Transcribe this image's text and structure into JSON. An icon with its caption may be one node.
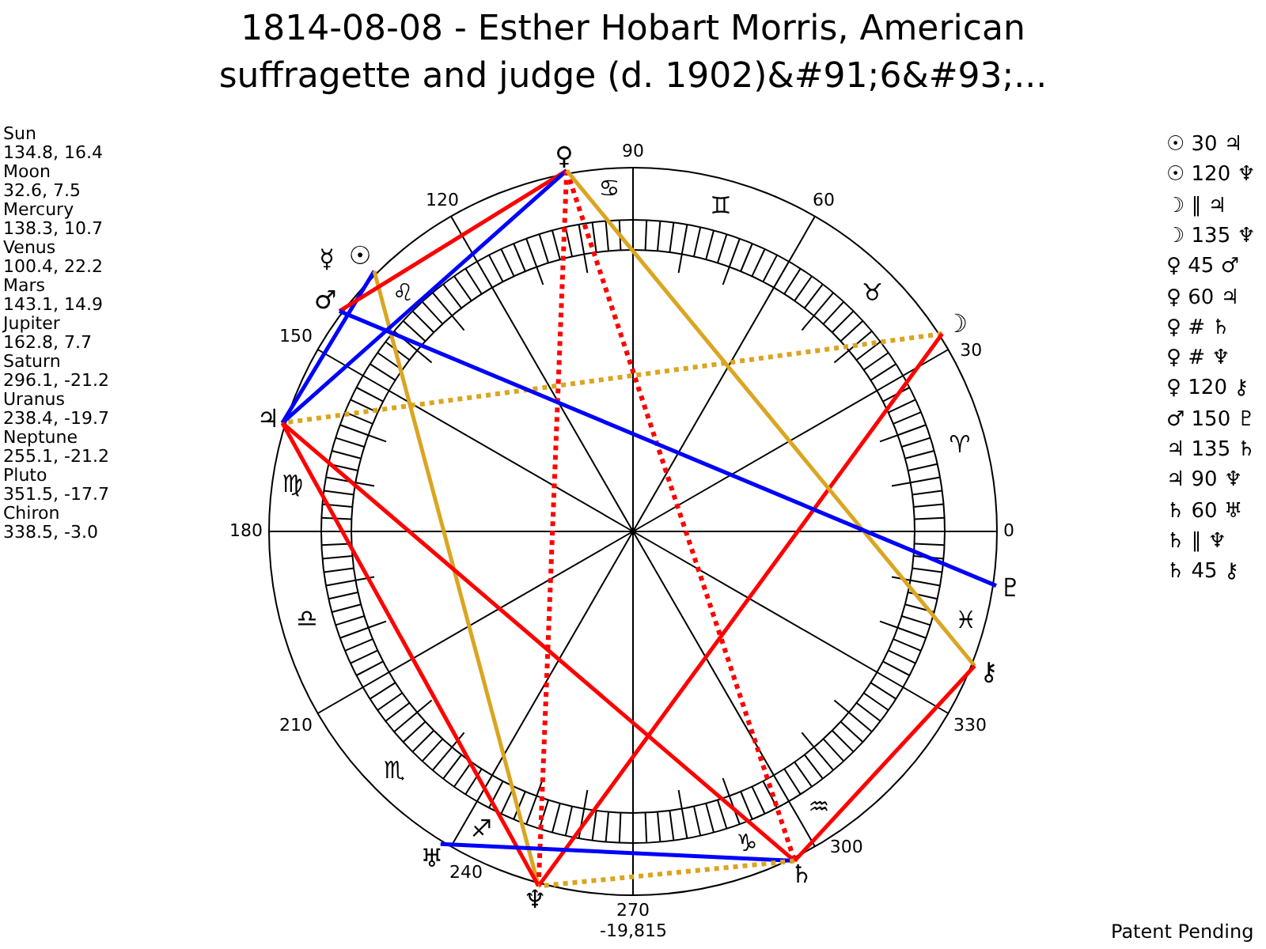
{
  "diagram": {
    "title": "1814-08-08 - Esther Hobart Morris, American suffragette and judge (d. 1902)&#91;6&#93;...",
    "nodes": [
      {
        "text": [
          "☉"
        ]
      },
      {
        "text": [
          "☽"
        ]
      },
      {
        "text": [
          "☿"
        ]
      },
      {
        "text": [
          "♀"
        ]
      },
      {
        "text": [
          "♂"
        ]
      },
      {
        "text": [
          "♃"
        ]
      },
      {
        "text": [
          "♄"
        ]
      },
      {
        "text": [
          "♅"
        ]
      },
      {
        "text": [
          "♆"
        ]
      },
      {
        "text": [
          "♇"
        ]
      },
      {
        "text": [
          "⚷"
        ]
      }
    ],
    "edges": [
      {
        "from": 0,
        "to": 5,
        "arrow": "none",
        "color": "#0000ff"
      },
      {
        "from": 0,
        "to": 8,
        "arrow": "none",
        "color": "#daa520"
      },
      {
        "from": 1,
        "to": 5,
        "arrow": "none",
        "style": "dashed",
        "color": "#daa520"
      },
      {
        "from": 1,
        "to": 8,
        "arrow": "none"
      },
      {
        "from": 3,
        "to": 4,
        "arrow": "none"
      },
      {
        "from": 3,
        "to": 5,
        "arrow": "none",
        "color": "#0000ff"
      },
      {
        "from": 3,
        "to": 6,
        "arrow": "none",
        "style": "dashed"
      },
      {
        "from": 3,
        "to": 8,
        "arrow": "none",
        "style": "dashed"
      },
      {
        "from": 3,
        "to": 10,
        "arrow": "none",
        "color": "#daa520"
      },
      {
        "from": 4,
        "to": 9,
        "arrow": "none",
        "color": "#0000ff"
      },
      {
        "from": 5,
        "to": 6,
        "arrow": "none"
      },
      {
        "from": 5,
        "to": 8,
        "arrow": "none"
      },
      {
        "from": 6,
        "to": 7,
        "arrow": "none",
        "color": "#0000ff"
      },
      {
        "from": 6,
        "to": 8,
        "arrow": "none",
        "style": "dashed",
        "color": "#daa520"
      },
      {
        "from": 6,
        "to": 10,
        "arrow": "none"
      }
    ],
    "labels": [
      "Sun",
      "134.8, 16.4",
      "Moon",
      "32.6, 7.5",
      "Mercury",
      "138.3, 10.7",
      "Venus",
      "100.4, 22.2",
      "Mars",
      "143.1, 14.9",
      "Jupiter",
      "162.8, 7.7",
      "Saturn",
      "296.1, -21.2",
      "Uranus",
      "238.4, -19.7",
      "Neptune",
      "255.1, -21.2",
      "Pluto",
      "351.5, -17.7",
      "Chiron",
      "338.5, -3.0",
      "90",
      "120",
      "60",
      "150",
      "30",
      "180",
      "0",
      "210",
      "330",
      "240",
      "300",
      "270",
      "♋",
      "♊",
      "♌",
      "♉",
      "♍",
      "♈",
      "♎",
      "♓",
      "♏",
      "♒",
      "♐",
      "♑",
      "-19,815",
      "☉ 30 ♃",
      "☉ 120 ♆",
      "☽ ∥ ♃",
      "☽ 135 ♆",
      "♀ 45 ♂",
      "♀ 60 ♃",
      "♀ # ♄",
      "♀ # ♆",
      "♀ 120 ⚷",
      "♂ 150 ♇",
      "♃ 135 ♄",
      "♃ 90 ♆",
      "♄ 60 ♅",
      "♄ ∥ ♆",
      "♄ 45 ⚷",
      "Patent Pending"
    ]
  }
}
